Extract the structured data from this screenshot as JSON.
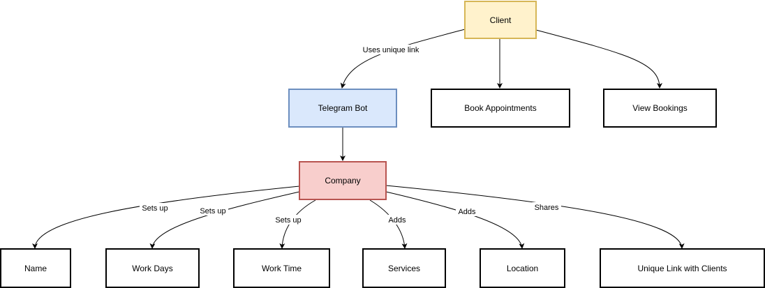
{
  "colors": {
    "client_fill": "#fff2cc",
    "client_border": "#d6b656",
    "bot_fill": "#dae8fc",
    "bot_border": "#6c8ebf",
    "company_fill": "#f8cecc",
    "company_border": "#b85450",
    "default_fill": "#ffffff",
    "default_border": "#000000"
  },
  "nodes": {
    "client": "Client",
    "telegram_bot": "Telegram Bot",
    "book_appointments": "Book Appointments",
    "view_bookings": "View Bookings",
    "company": "Company",
    "name": "Name",
    "work_days": "Work Days",
    "work_time": "Work Time",
    "services": "Services",
    "location": "Location",
    "unique_link": "Unique Link with Clients"
  },
  "edges": {
    "client_to_bot": "Uses unique link",
    "company_to_name": "Sets up",
    "company_to_work_days": "Sets up",
    "company_to_work_time": "Sets up",
    "company_to_services": "Adds",
    "company_to_location": "Adds",
    "company_to_unique_link": "Shares"
  }
}
